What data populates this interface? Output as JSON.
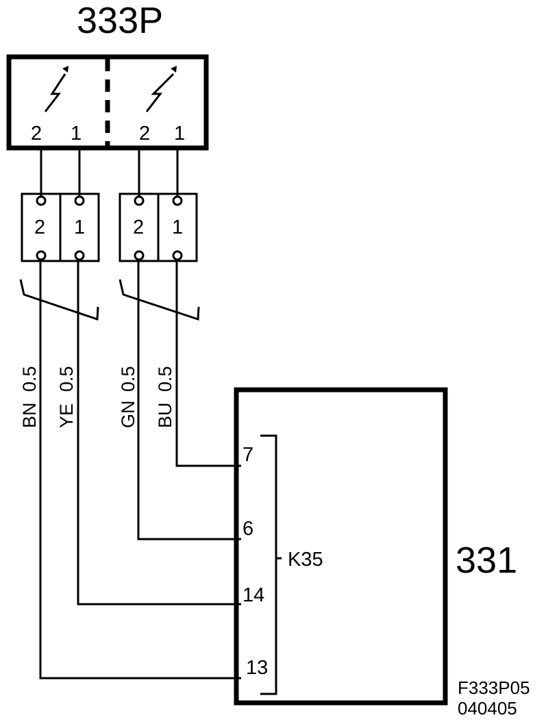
{
  "sensor": {
    "title": "333P",
    "left_pins": [
      "2",
      "1"
    ],
    "right_pins": [
      "2",
      "1"
    ]
  },
  "connectors": {
    "left": [
      "2",
      "1"
    ],
    "right": [
      "2",
      "1"
    ]
  },
  "wires": [
    {
      "color": "BN",
      "size": "0.5"
    },
    {
      "color": "YE",
      "size": "0.5"
    },
    {
      "color": "GN",
      "size": "0.5"
    },
    {
      "color": "BU",
      "size": "0.5"
    }
  ],
  "control_unit": {
    "title": "331",
    "connector": "K35",
    "pins": [
      "7",
      "6",
      "14",
      "13"
    ]
  },
  "figure": {
    "code": "F333P05",
    "date": "040405"
  }
}
